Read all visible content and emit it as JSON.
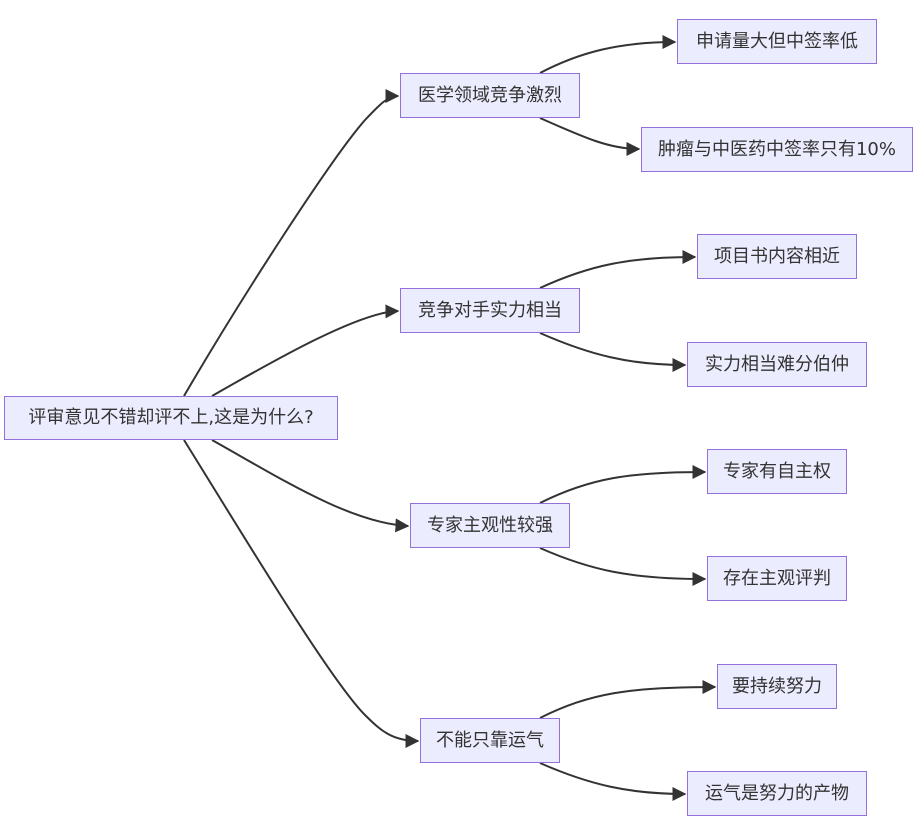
{
  "diagram": {
    "root": {
      "label": "评审意见不错却评不上,这是为什么?"
    },
    "branches": [
      {
        "label": "医学领域竞争激烈",
        "children": [
          {
            "label": "申请量大但中签率低"
          },
          {
            "label": "肿瘤与中医药中签率只有10%"
          }
        ]
      },
      {
        "label": "竞争对手实力相当",
        "children": [
          {
            "label": "项目书内容相近"
          },
          {
            "label": "实力相当难分伯仲"
          }
        ]
      },
      {
        "label": "专家主观性较强",
        "children": [
          {
            "label": "专家有自主权"
          },
          {
            "label": "存在主观评判"
          }
        ]
      },
      {
        "label": "不能只靠运气",
        "children": [
          {
            "label": "要持续努力"
          },
          {
            "label": "运气是努力的产物"
          }
        ]
      }
    ],
    "colors": {
      "node_fill": "#ececff",
      "node_border": "#9370db",
      "text": "#333333",
      "edge": "#333333"
    }
  }
}
